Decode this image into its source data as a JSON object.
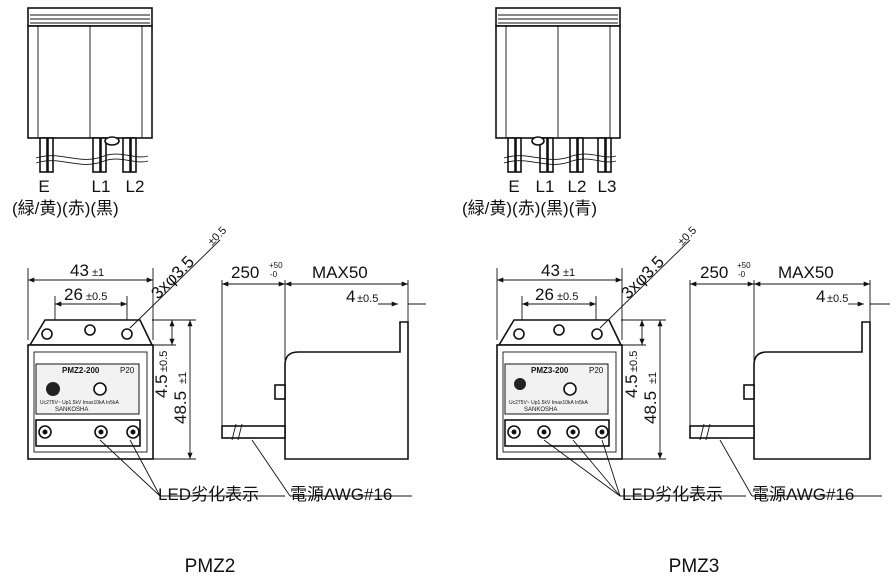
{
  "pmz2": {
    "model": "PMZ2",
    "terminals": [
      "E",
      "L1",
      "L2"
    ],
    "colors": "(緑/黄)(赤)(黒)",
    "width": "43",
    "width_tol": "±1",
    "pitch": "26",
    "pitch_tol": "±0.5",
    "hole": "3xφ3.5",
    "hole_tol": "±0.5",
    "offset": "4.5",
    "offset_tol": "±0.5",
    "height": "48.5",
    "height_tol": "±1",
    "lead": "250",
    "lead_tol_plus": "+50",
    "lead_tol_minus": "-0",
    "max": "MAX50",
    "flange": "4",
    "flange_tol": "±0.5",
    "led_label": "LED劣化表示",
    "power_label": "電源AWG#16",
    "label_model": "PMZ2-200",
    "label_rating": "P20",
    "label_maker": "SANKOSHA",
    "label_spec": "Uc275V~ Up1.5kV Imax10kA In5kA"
  },
  "pmz3": {
    "model": "PMZ3",
    "terminals": [
      "E",
      "L1",
      "L2",
      "L3"
    ],
    "colors": "(緑/黄)(赤)(黒)(青)",
    "width": "43",
    "width_tol": "±1",
    "pitch": "26",
    "pitch_tol": "±0.5",
    "hole": "3xφ3.5",
    "hole_tol": "±0.5",
    "offset": "4.5",
    "offset_tol": "±0.5",
    "height": "48.5",
    "height_tol": "±1",
    "lead": "250",
    "lead_tol_plus": "+50",
    "lead_tol_minus": "-0",
    "max": "MAX50",
    "flange": "4",
    "flange_tol": "±0.5",
    "led_label": "LED劣化表示",
    "power_label": "電源AWG#16",
    "label_model": "PMZ3-200",
    "label_rating": "P20",
    "label_maker": "SANKOSHA",
    "label_spec": "Uc275V~ Up1.5kV Imax10kA In5kA"
  }
}
